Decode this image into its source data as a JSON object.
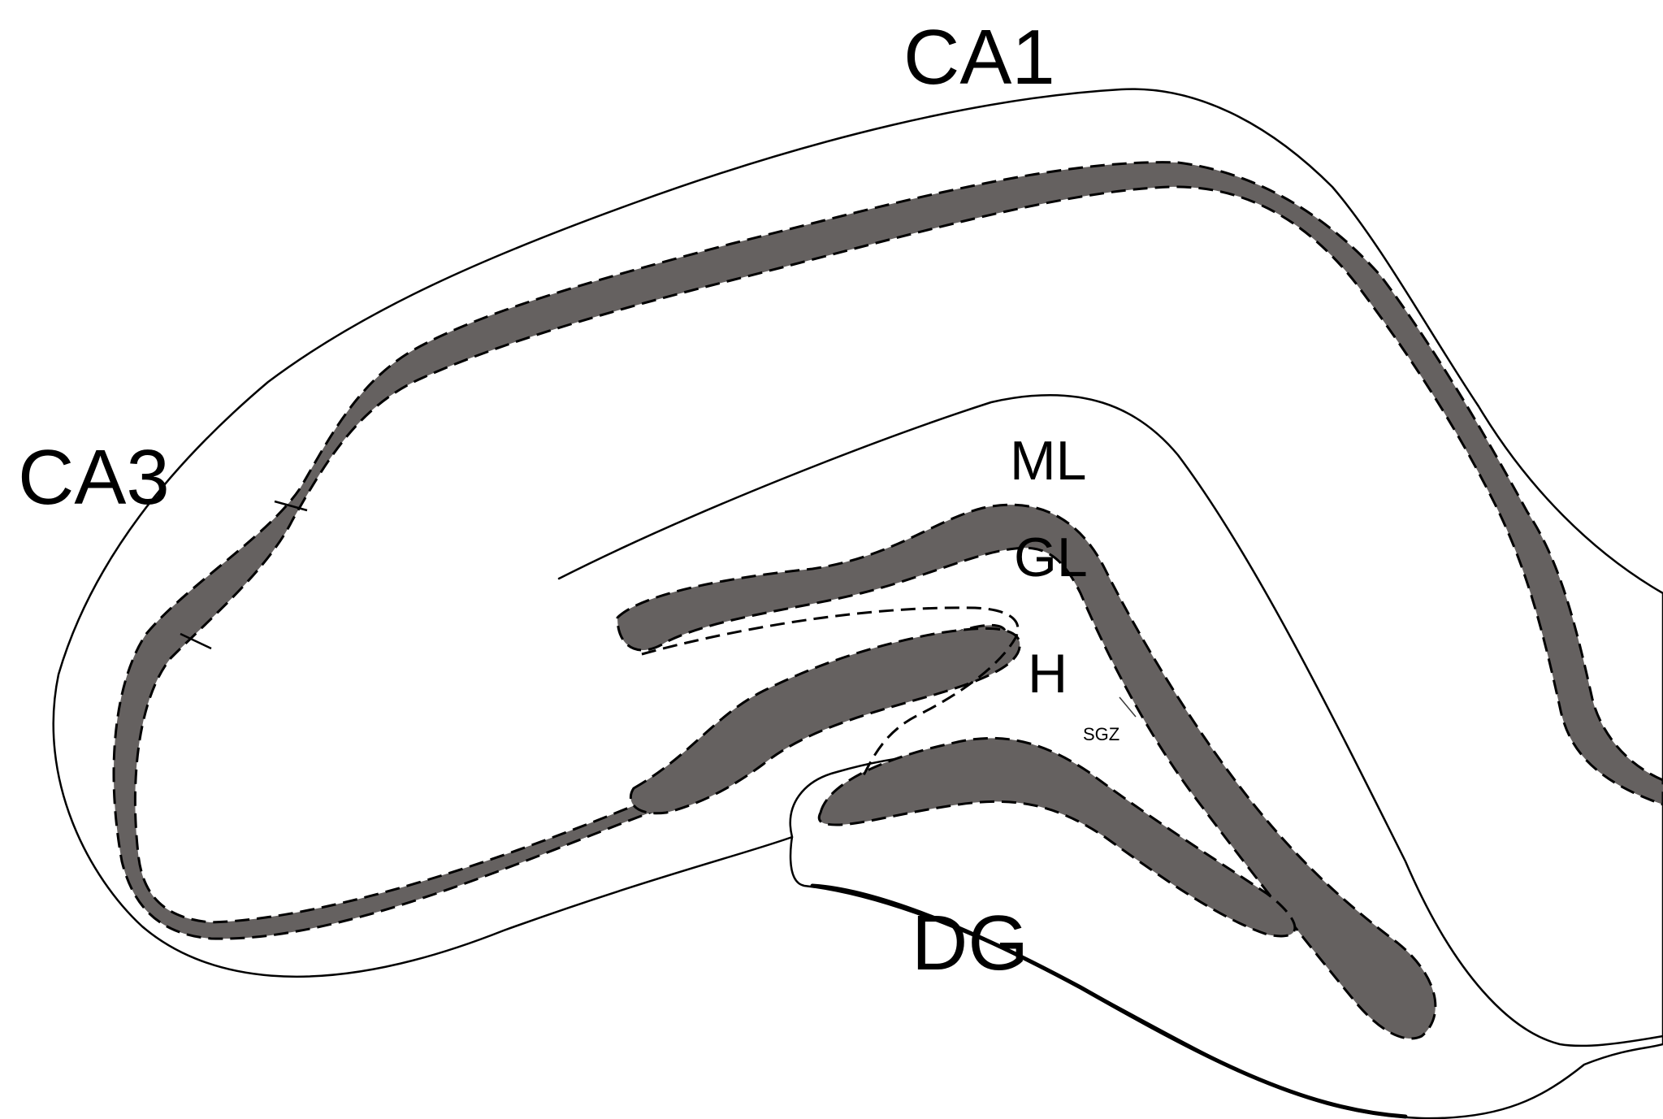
{
  "colors": {
    "background": "#ffffff",
    "outline": "#000000",
    "cell_layer_fill": "#656160"
  },
  "labels": {
    "ca1": "CA1",
    "ca3": "CA3",
    "ml": "ML",
    "gl": "GL",
    "h": "H",
    "sgz": "SGZ",
    "dg": "DG"
  }
}
